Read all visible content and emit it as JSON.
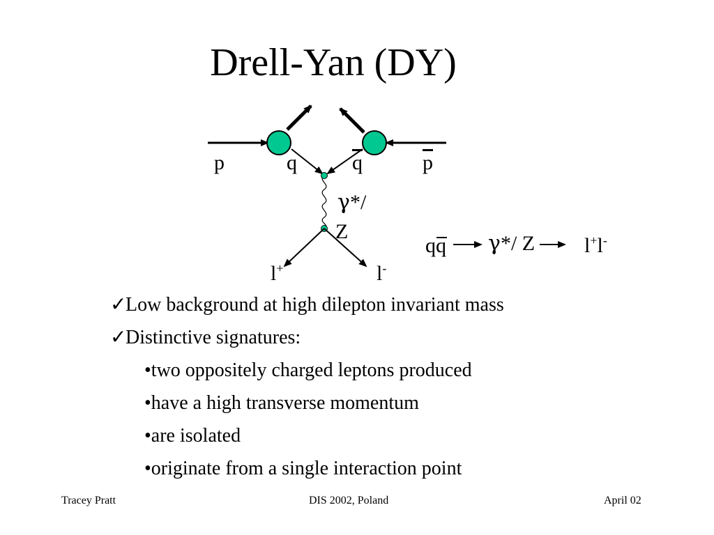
{
  "title": "Drell-Yan (DY)",
  "diagram": {
    "label_p": "p",
    "label_q": "q",
    "label_qbar": "q",
    "label_pbar": "p",
    "boson_label": "*/",
    "boson_z": "Z",
    "lepton_plus": "l",
    "lepton_minus": "l",
    "sign_plus": "+",
    "sign_minus": "-",
    "blob_color": "#00c890"
  },
  "process": {
    "initial": "qq",
    "boson": "*/ Z",
    "final_l1": "l",
    "sign1": "+",
    "final_l2": "l",
    "sign2": "-"
  },
  "bullets": [
    {
      "marker": "✓",
      "text": "Low background at high dilepton invariant mass"
    },
    {
      "marker": "✓",
      "text": "Distinctive signatures:"
    }
  ],
  "subbullets": [
    "•two oppositely charged leptons produced",
    "•have a high transverse momentum",
    "•are isolated",
    "•originate from a single interaction point"
  ],
  "footer": {
    "left": "Tracey Pratt",
    "center": "DIS 2002, Poland",
    "right": "April 02"
  }
}
